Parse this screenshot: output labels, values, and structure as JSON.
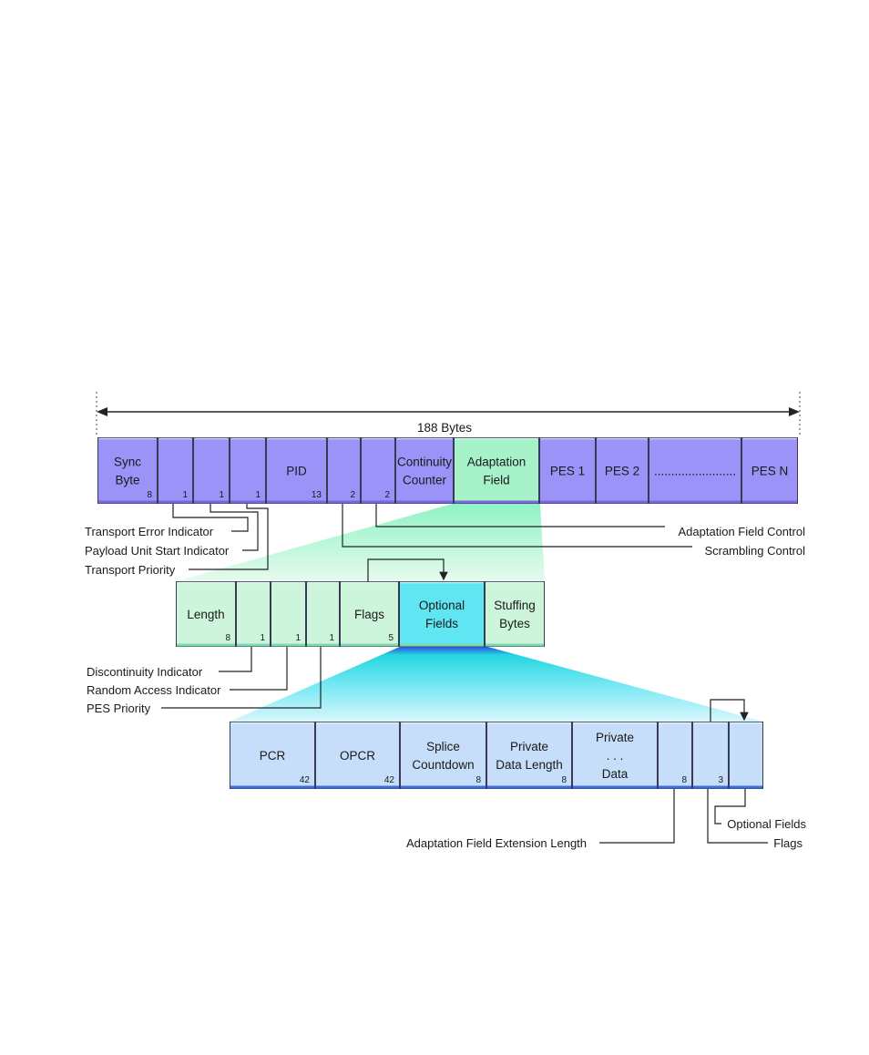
{
  "packet": {
    "total_label": "188 Bytes",
    "fields": [
      {
        "key": "sync",
        "lines": [
          "Sync",
          "Byte"
        ],
        "bits": "8"
      },
      {
        "key": "tei",
        "lines": [],
        "bits": "1"
      },
      {
        "key": "pusi",
        "lines": [],
        "bits": "1"
      },
      {
        "key": "tp",
        "lines": [],
        "bits": "1"
      },
      {
        "key": "pid",
        "lines": [
          "PID"
        ],
        "bits": "13"
      },
      {
        "key": "sc",
        "lines": [],
        "bits": "2"
      },
      {
        "key": "afc",
        "lines": [],
        "bits": "2"
      },
      {
        "key": "cc",
        "lines": [
          "Continuity",
          "Counter"
        ],
        "bits": ""
      },
      {
        "key": "af",
        "lines": [
          "Adaptation",
          "Field"
        ],
        "bits": ""
      },
      {
        "key": "pes1",
        "lines": [
          "PES 1"
        ],
        "bits": ""
      },
      {
        "key": "pes2",
        "lines": [
          "PES 2"
        ],
        "bits": ""
      },
      {
        "key": "dots",
        "lines": [
          "........................"
        ],
        "bits": ""
      },
      {
        "key": "pesn",
        "lines": [
          "PES N"
        ],
        "bits": ""
      }
    ],
    "annotations": {
      "transport_error_indicator": "Transport Error Indicator",
      "payload_unit_start_indicator": "Payload Unit Start Indicator",
      "transport_priority": "Transport Priority",
      "adaptation_field_control": "Adaptation Field Control",
      "scrambling_control": "Scrambling Control"
    }
  },
  "adaptation_field": {
    "fields": [
      {
        "key": "len",
        "lines": [
          "Length"
        ],
        "bits": "8"
      },
      {
        "key": "di",
        "lines": [],
        "bits": "1"
      },
      {
        "key": "rai",
        "lines": [],
        "bits": "1"
      },
      {
        "key": "pesp",
        "lines": [],
        "bits": "1"
      },
      {
        "key": "flags",
        "lines": [
          "Flags"
        ],
        "bits": "5"
      },
      {
        "key": "opt",
        "lines": [
          "Optional",
          "Fields"
        ],
        "bits": ""
      },
      {
        "key": "stuff",
        "lines": [
          "Stuffing",
          "Bytes"
        ],
        "bits": ""
      }
    ],
    "annotations": {
      "discontinuity_indicator": "Discontinuity Indicator",
      "random_access_indicator": "Random Access Indicator",
      "pes_priority": "PES Priority"
    }
  },
  "optional_fields": {
    "fields": [
      {
        "key": "pcr",
        "lines": [
          "PCR"
        ],
        "bits": "42"
      },
      {
        "key": "opcr",
        "lines": [
          "OPCR"
        ],
        "bits": "42"
      },
      {
        "key": "splice",
        "lines": [
          "Splice",
          "Countdown"
        ],
        "bits": "8"
      },
      {
        "key": "pdl",
        "lines": [
          "Private",
          "Data Length"
        ],
        "bits": "8"
      },
      {
        "key": "pdata",
        "lines": [
          "Private",
          ". . .",
          "Data"
        ],
        "bits": ""
      },
      {
        "key": "afel",
        "lines": [],
        "bits": "8"
      },
      {
        "key": "flg3",
        "lines": [],
        "bits": "3"
      },
      {
        "key": "optf",
        "lines": [],
        "bits": ""
      }
    ],
    "annotations": {
      "adaptation_field_extension_length": "Adaptation Field Extension Length",
      "optional_fields": "Optional Fields",
      "flags": "Flags"
    }
  },
  "colors": {
    "packet_fill": "#9b93f7",
    "packet_dark": "#7b66e0",
    "adaptation_fill": "#a6f2c9",
    "adaptation_row_fill": "#cdf5dc",
    "optional_fill": "#5fe6f2",
    "optional_row_fill": "#c6def9",
    "fan_green": "#9ff7cc",
    "fan_cyan": "#35e0e6",
    "fan_blue": "#2b4fe0",
    "line": "#222222"
  }
}
